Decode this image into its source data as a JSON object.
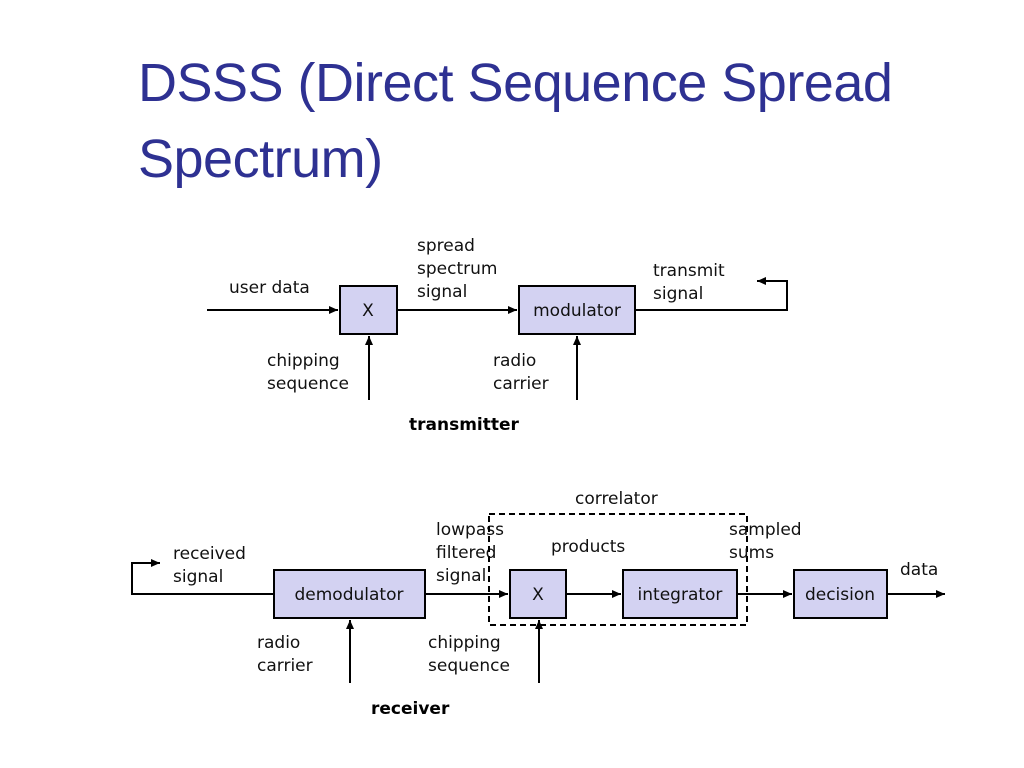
{
  "title": {
    "line1": "DSSS (Direct Sequence Spread",
    "line2": "Spectrum)"
  },
  "transmitter": {
    "caption": "transmitter",
    "input_label": "user data",
    "multiplier_label": "X",
    "chipping_label": [
      "chipping",
      "sequence"
    ],
    "spread_label": [
      "spread",
      "spectrum",
      "signal"
    ],
    "modulator_label": "modulator",
    "radio_label": [
      "radio",
      "carrier"
    ],
    "output_label": [
      "transmit",
      "signal"
    ]
  },
  "receiver": {
    "caption": "receiver",
    "input_label": [
      "received",
      "signal"
    ],
    "demodulator_label": "demodulator",
    "radio_label": [
      "radio",
      "carrier"
    ],
    "lowpass_label": [
      "lowpass",
      "filtered",
      "signal"
    ],
    "multiplier_label": "X",
    "chipping_label": [
      "chipping",
      "sequence"
    ],
    "correlator_label": "correlator",
    "products_label": "products",
    "integrator_label": "integrator",
    "sampled_label": [
      "sampled",
      "sums"
    ],
    "decision_label": "decision",
    "output_label": "data"
  }
}
